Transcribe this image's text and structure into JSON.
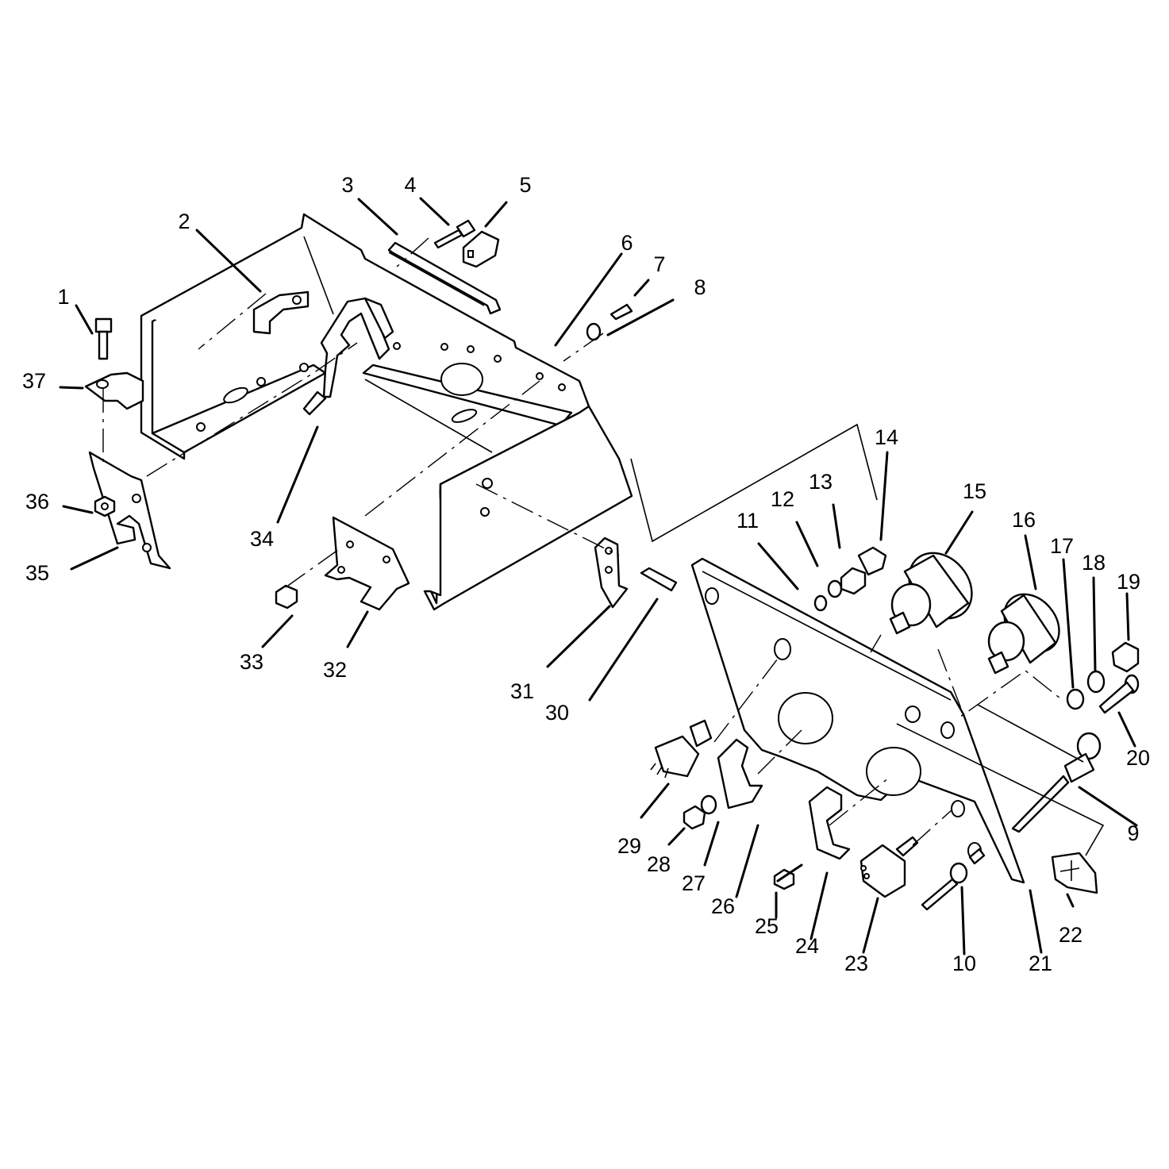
{
  "diagram": {
    "description": "",
    "callouts": [
      {
        "id": "c1",
        "text": "1"
      },
      {
        "id": "c2",
        "text": "2"
      },
      {
        "id": "c3",
        "text": "3"
      },
      {
        "id": "c4",
        "text": "4"
      },
      {
        "id": "c5",
        "text": "5"
      },
      {
        "id": "c6",
        "text": "6"
      },
      {
        "id": "c7",
        "text": "7"
      },
      {
        "id": "c8",
        "text": "8"
      },
      {
        "id": "c9",
        "text": "9"
      },
      {
        "id": "c10",
        "text": "10"
      },
      {
        "id": "c11",
        "text": "11"
      },
      {
        "id": "c12",
        "text": "12"
      },
      {
        "id": "c13",
        "text": "13"
      },
      {
        "id": "c14",
        "text": "14"
      },
      {
        "id": "c15",
        "text": "15"
      },
      {
        "id": "c16",
        "text": "16"
      },
      {
        "id": "c17",
        "text": "17"
      },
      {
        "id": "c18",
        "text": "18"
      },
      {
        "id": "c19",
        "text": "19"
      },
      {
        "id": "c20",
        "text": "20"
      },
      {
        "id": "c21",
        "text": "21"
      },
      {
        "id": "c22",
        "text": "22"
      },
      {
        "id": "c23",
        "text": "23"
      },
      {
        "id": "c24",
        "text": "24"
      },
      {
        "id": "c25",
        "text": "25"
      },
      {
        "id": "c26",
        "text": "26"
      },
      {
        "id": "c27",
        "text": "27"
      },
      {
        "id": "c28",
        "text": "28"
      },
      {
        "id": "c29",
        "text": "29"
      },
      {
        "id": "c30",
        "text": "30"
      },
      {
        "id": "c31",
        "text": "31"
      },
      {
        "id": "c32",
        "text": "32"
      },
      {
        "id": "c33",
        "text": "33"
      },
      {
        "id": "c34",
        "text": "34"
      },
      {
        "id": "c35",
        "text": "35"
      },
      {
        "id": "c36",
        "text": "36"
      },
      {
        "id": "c37",
        "text": "37"
      }
    ]
  }
}
